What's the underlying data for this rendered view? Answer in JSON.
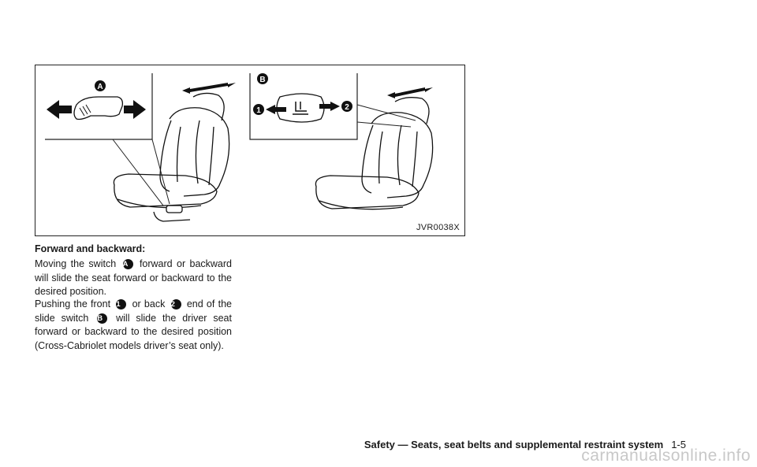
{
  "figure": {
    "code": "JVR0038X",
    "callout_a": "A",
    "callout_b": "B",
    "callout_1": "1",
    "callout_2": "2"
  },
  "section": {
    "heading": "Forward and backward:",
    "para1": {
      "before": "Moving the switch",
      "badge_a": "A",
      "after": "forward or backward will slide the seat forward or backward to the desired position."
    },
    "para2": {
      "t1": "Pushing the front",
      "badge_1": "1",
      "t2": "or back",
      "badge_2": "2",
      "t3": "end of the slide switch",
      "badge_b": "B",
      "t4": "will slide the driver seat forward or backward to the desired position (Cross-Cabriolet models driver’s seat only)."
    }
  },
  "footer": {
    "section_title": "Safety — Seats, seat belts and supplemental restraint system",
    "page_number": "1-5"
  },
  "watermark": "carmanualsonline.info"
}
